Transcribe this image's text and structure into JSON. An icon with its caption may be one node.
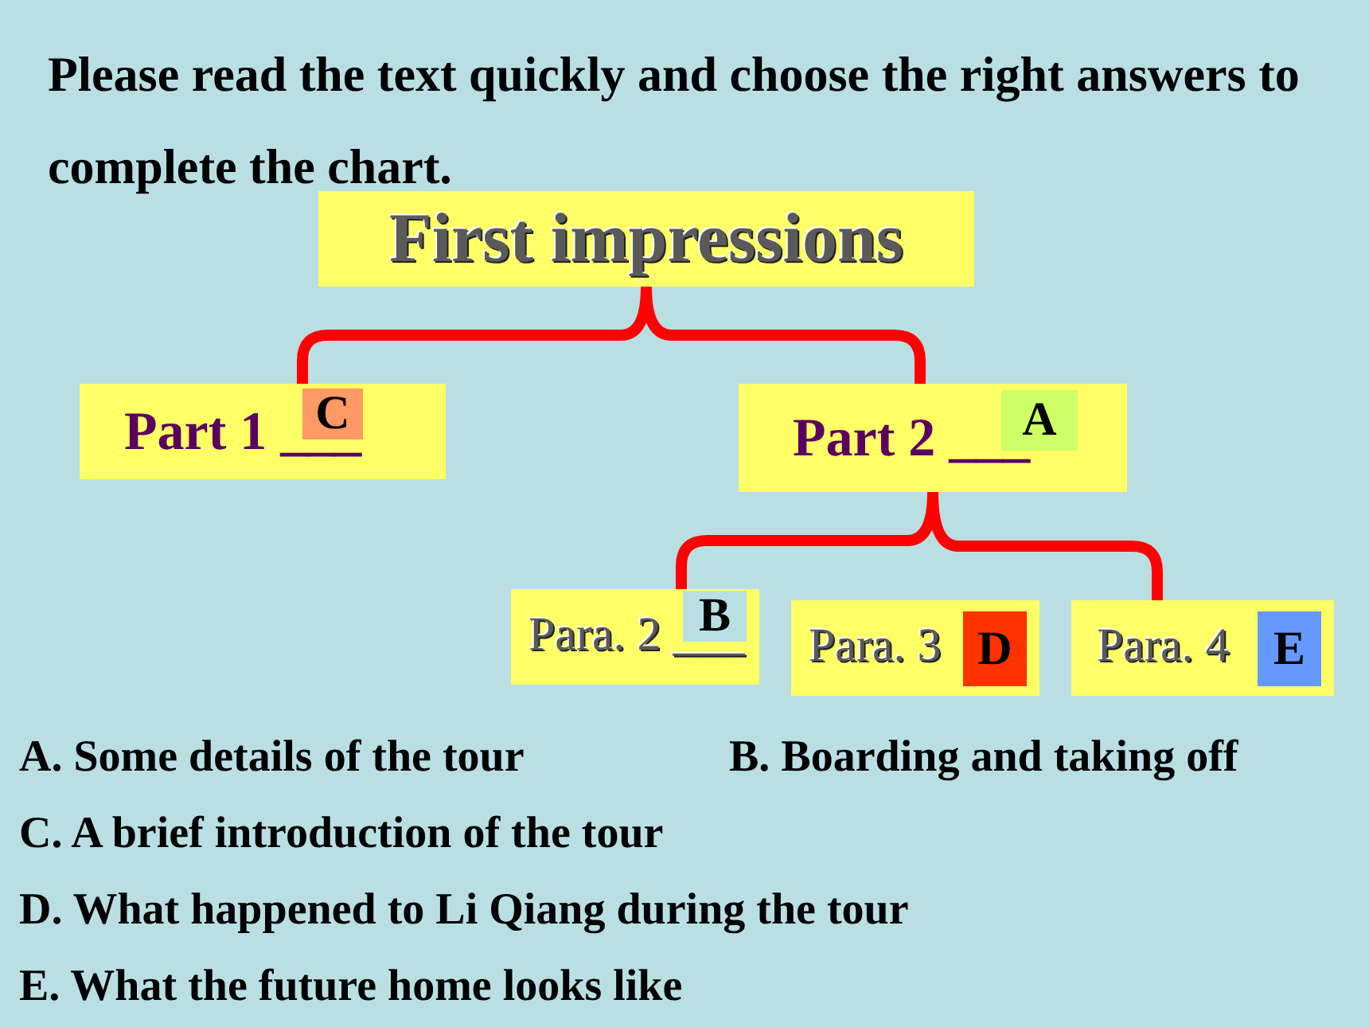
{
  "diagram": {
    "title": "Please read the text quickly and choose the right answers to complete the chart.",
    "nodes": [
      {
        "text": [
          "First impressions"
        ]
      },
      {
        "text": [
          "Part 1 ___"
        ]
      },
      {
        "text": [
          "C"
        ],
        "in": 1
      },
      {
        "text": [
          "Part 2 ___"
        ]
      },
      {
        "text": [
          "A"
        ],
        "in": 3
      },
      {
        "text": [
          "Para. 2 ___"
        ]
      },
      {
        "text": [
          "B"
        ],
        "in": 5
      },
      {
        "text": [
          "Para. 3"
        ]
      },
      {
        "text": [
          "D"
        ],
        "in": 7
      },
      {
        "text": [
          "Para. 4"
        ]
      },
      {
        "text": [
          "E"
        ],
        "in": 9
      }
    ],
    "edges": [
      {
        "from": 0,
        "to": 1,
        "arrow": "none"
      },
      {
        "from": 0,
        "to": 3,
        "arrow": "none"
      },
      {
        "from": 3,
        "to": 5,
        "arrow": "none"
      },
      {
        "from": 3,
        "to": 9,
        "arrow": "none"
      }
    ],
    "labels": [
      "A. Some details of the tour",
      "B. Boarding and taking off",
      "C. A brief introduction of the tour",
      "D. What happened to Li Qiang during the tour",
      "E. What the future home looks like"
    ]
  }
}
